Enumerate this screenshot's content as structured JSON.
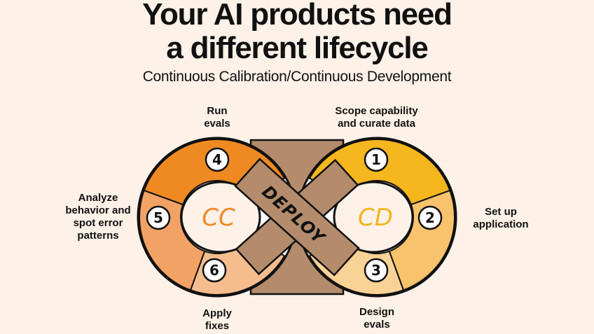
{
  "title_lines": [
    "Your AI products need",
    "a different lifecycle"
  ],
  "subtitle": "Continuous Calibration/Continuous Development",
  "loops": {
    "left": {
      "label": "CC",
      "color": "#F08A24"
    },
    "right": {
      "label": "CD",
      "color": "#F3B51C"
    }
  },
  "center_label": "DEPLOY",
  "steps": [
    {
      "number": "1",
      "label": [
        "Scope capability",
        "and curate data"
      ],
      "color": "#F5B61E"
    },
    {
      "number": "2",
      "label": [
        "Set up",
        "application"
      ],
      "color": "#F8C36C"
    },
    {
      "number": "3",
      "label": [
        "Design",
        "evals"
      ],
      "color": "#F9D295"
    },
    {
      "number": "4",
      "label": [
        "Run",
        "evals"
      ],
      "color": "#EF8A22"
    },
    {
      "number": "5",
      "label": [
        "Analyze",
        "behavior and",
        "spot error",
        "patterns"
      ],
      "color": "#F2A264"
    },
    {
      "number": "6",
      "label": [
        "Apply",
        "fixes"
      ],
      "color": "#F5BD8E"
    }
  ],
  "colors": {
    "background": "#FDF1E8",
    "deploy": "#B48C6C",
    "outline": "#111111"
  }
}
